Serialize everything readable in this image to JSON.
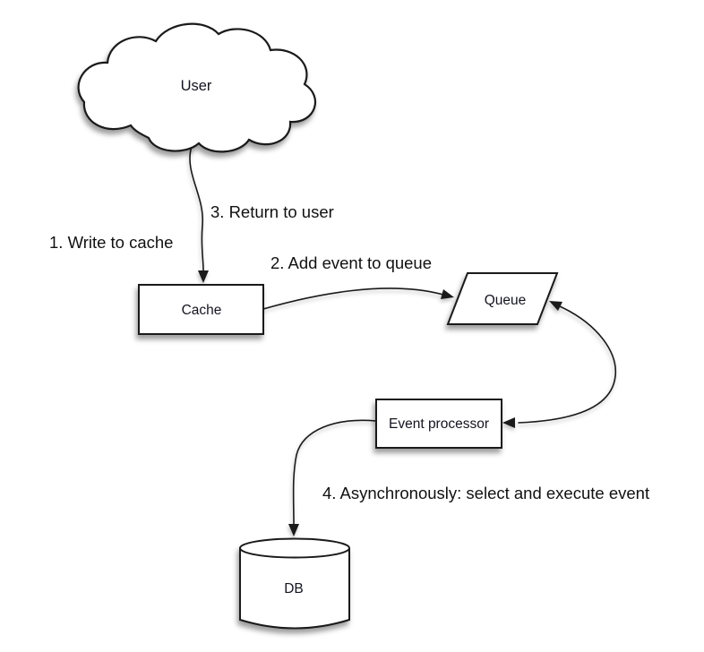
{
  "colors": {
    "background": "#ffffff",
    "stroke": "#1a1a1a",
    "node_fill": "#ffffff",
    "label_text": "#111111",
    "node_text": "#141420"
  },
  "nodes": {
    "user": {
      "label": "User",
      "shape": "cloud"
    },
    "cache": {
      "label": "Cache",
      "shape": "rectangle"
    },
    "queue": {
      "label": "Queue",
      "shape": "parallelogram"
    },
    "event_processor": {
      "label": "Event processor",
      "shape": "rectangle"
    },
    "db": {
      "label": "DB",
      "shape": "cylinder"
    }
  },
  "edge_labels": {
    "step1": "1. Write to cache",
    "step2": "2. Add event to queue",
    "step3": "3. Return to user",
    "step4": "4. Asynchronously: select and execute event"
  }
}
